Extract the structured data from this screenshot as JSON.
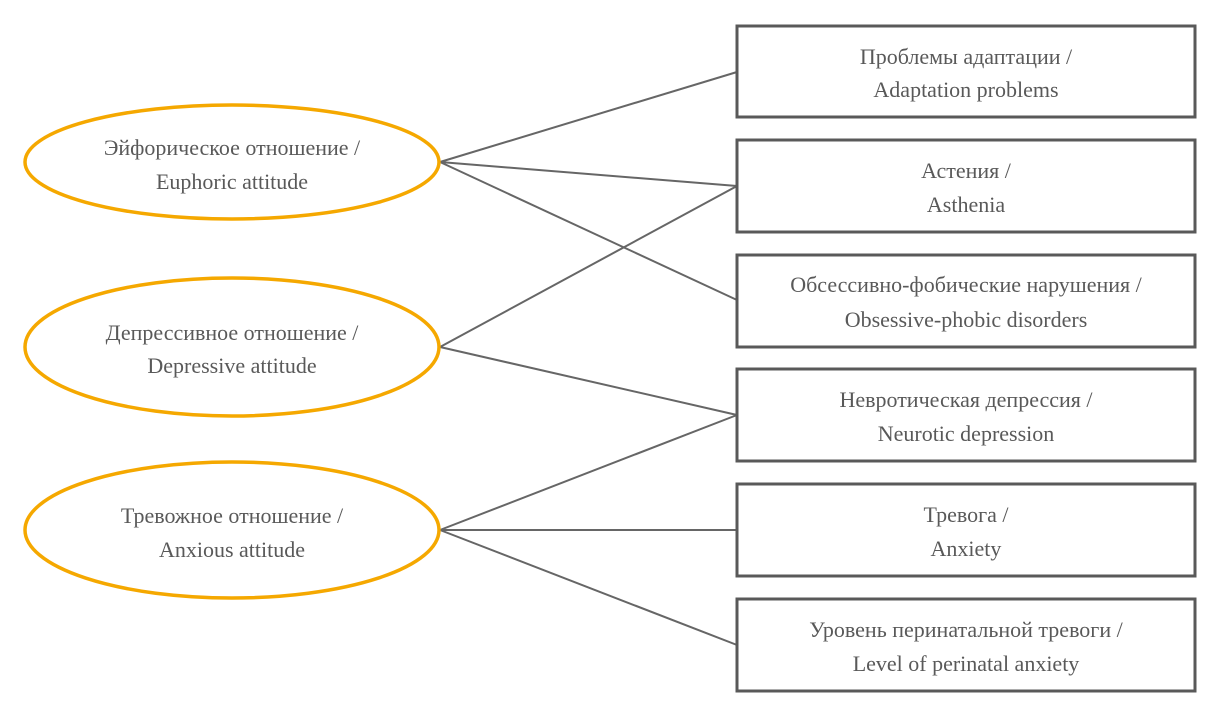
{
  "colors": {
    "ellipse_border": "#F5A800",
    "box_border": "#595959",
    "connector": "#666666",
    "text": "#595959",
    "background": "#ffffff"
  },
  "attitudes": [
    {
      "id": "euphoric",
      "line1": "Эйфорическое отношение /",
      "line2": "Euphoric attitude"
    },
    {
      "id": "depressive",
      "line1": "Депрессивное отношение /",
      "line2": "Depressive attitude"
    },
    {
      "id": "anxious",
      "line1": "Тревожное отношение /",
      "line2": "Anxious attitude"
    }
  ],
  "outcomes": [
    {
      "id": "adaptation",
      "line1": "Проблемы адаптации /",
      "line2": "Adaptation problems"
    },
    {
      "id": "asthenia",
      "line1": "Астения /",
      "line2": "Asthenia"
    },
    {
      "id": "obsessive",
      "line1": "Обсессивно-фобические нарушения /",
      "line2": "Obsessive-phobic disorders"
    },
    {
      "id": "neurotic",
      "line1": "Невротическая депрессия /",
      "line2": "Neurotic depression"
    },
    {
      "id": "anxiety",
      "line1": "Тревога /",
      "line2": "Anxiety"
    },
    {
      "id": "perinatal",
      "line1": "Уровень перинатальной тревоги /",
      "line2": "Level of perinatal anxiety"
    }
  ],
  "connections": [
    {
      "from": "euphoric",
      "to": "adaptation"
    },
    {
      "from": "euphoric",
      "to": "asthenia"
    },
    {
      "from": "euphoric",
      "to": "obsessive"
    },
    {
      "from": "depressive",
      "to": "asthenia"
    },
    {
      "from": "depressive",
      "to": "neurotic"
    },
    {
      "from": "anxious",
      "to": "neurotic"
    },
    {
      "from": "anxious",
      "to": "anxiety"
    },
    {
      "from": "anxious",
      "to": "perinatal"
    }
  ]
}
